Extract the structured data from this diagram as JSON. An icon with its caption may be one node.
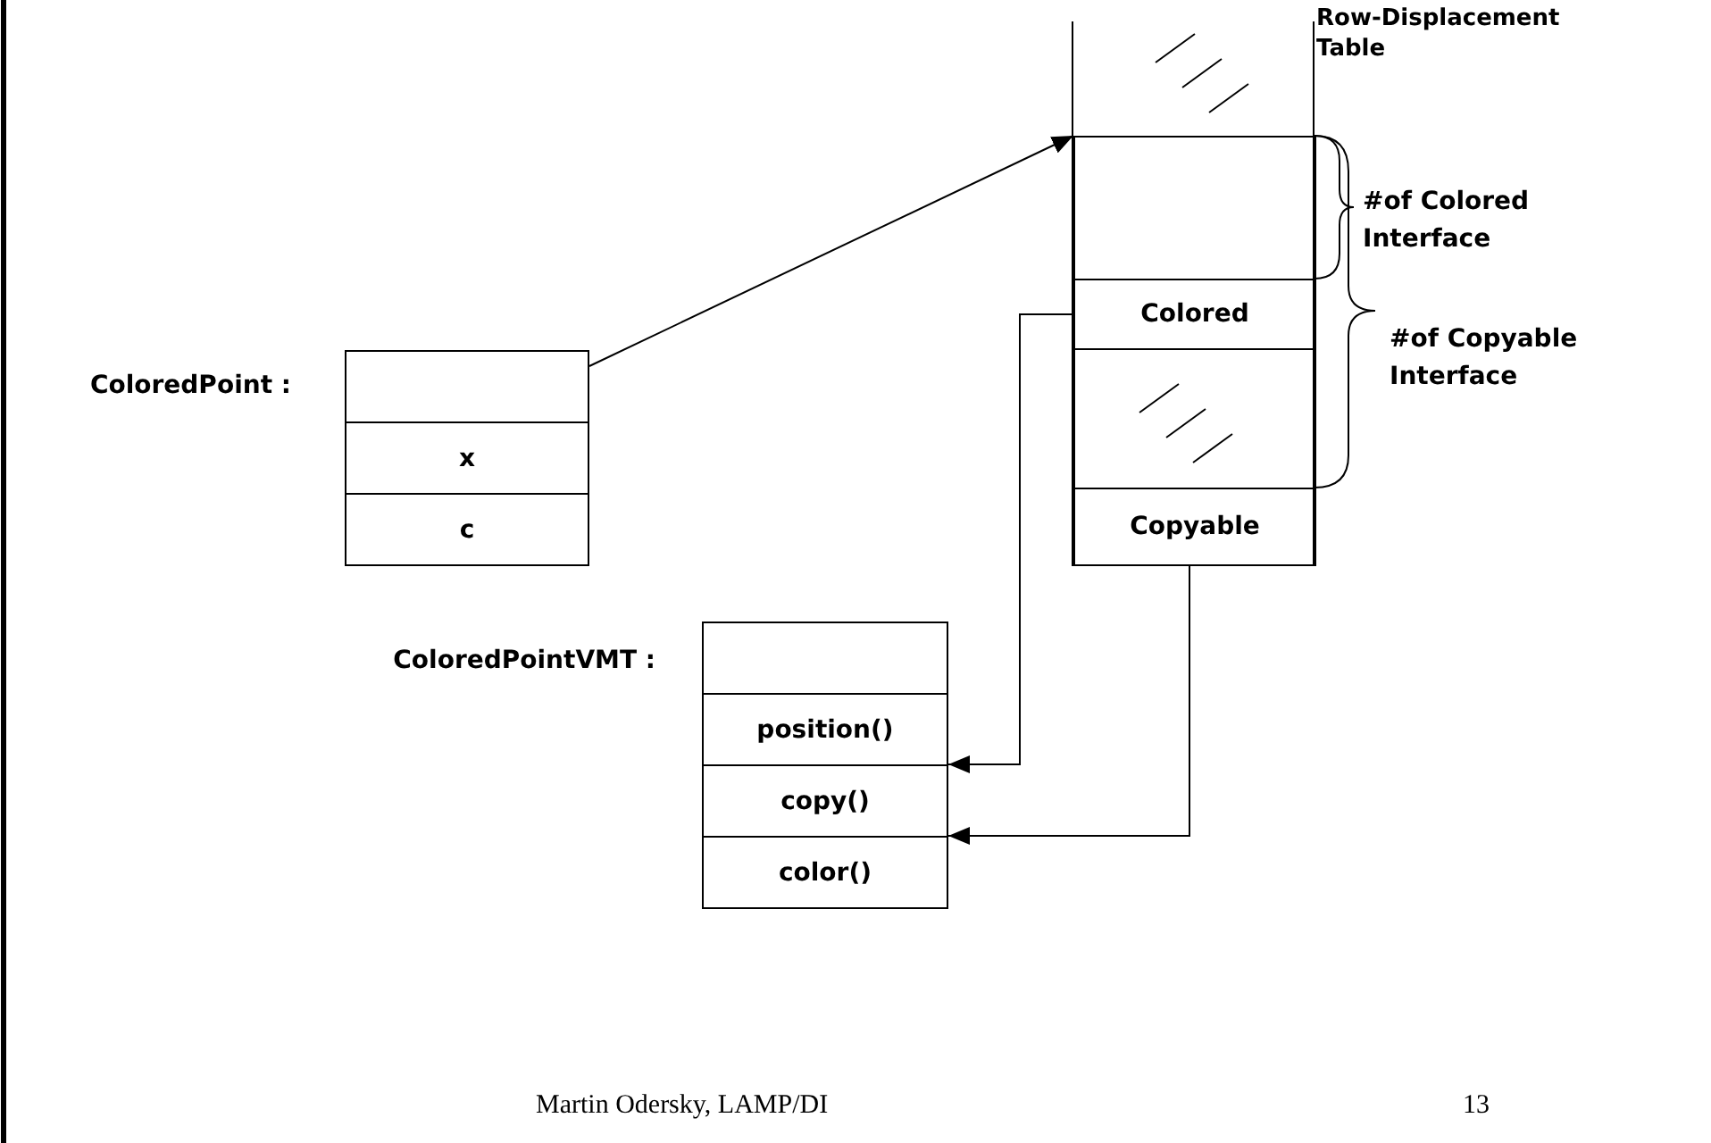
{
  "diagram": {
    "nodes": [
      {
        "text": [],
        "shape": "box",
        "beside": [
          "ColoredPoint :"
        ]
      },
      {
        "text": [],
        "shape": "box",
        "in": 0
      },
      {
        "text": [
          "x"
        ],
        "in": 0
      },
      {
        "text": [
          "c"
        ],
        "in": 0
      },
      {
        "text": [
          "Row-Displacement Table"
        ]
      },
      {
        "text": [],
        "shape": "box",
        "in": 4
      },
      {
        "text": [
          "Colored"
        ],
        "in": 4
      },
      {
        "text": [],
        "shape": "box",
        "in": 4
      },
      {
        "text": [
          "Copyable"
        ],
        "in": 4
      },
      {
        "text": [],
        "shape": "box",
        "beside": [
          "ColoredPointVMT :"
        ]
      },
      {
        "text": [],
        "shape": "box",
        "in": 9
      },
      {
        "text": [
          "position()"
        ],
        "in": 9
      },
      {
        "text": [
          "copy()"
        ],
        "in": 9
      },
      {
        "text": [
          "color()"
        ],
        "in": 9
      }
    ],
    "edges": [
      {
        "from": 1,
        "to": 5,
        "arrow": "to"
      },
      {
        "from": 6,
        "to": 12,
        "arrow": "to"
      },
      {
        "from": 8,
        "to": 13,
        "arrow": "to"
      }
    ],
    "labels": [
      "#of Colored Interface",
      "#of Copyable Interface",
      "Martin Odersky, LAMP/DI",
      "13"
    ]
  }
}
